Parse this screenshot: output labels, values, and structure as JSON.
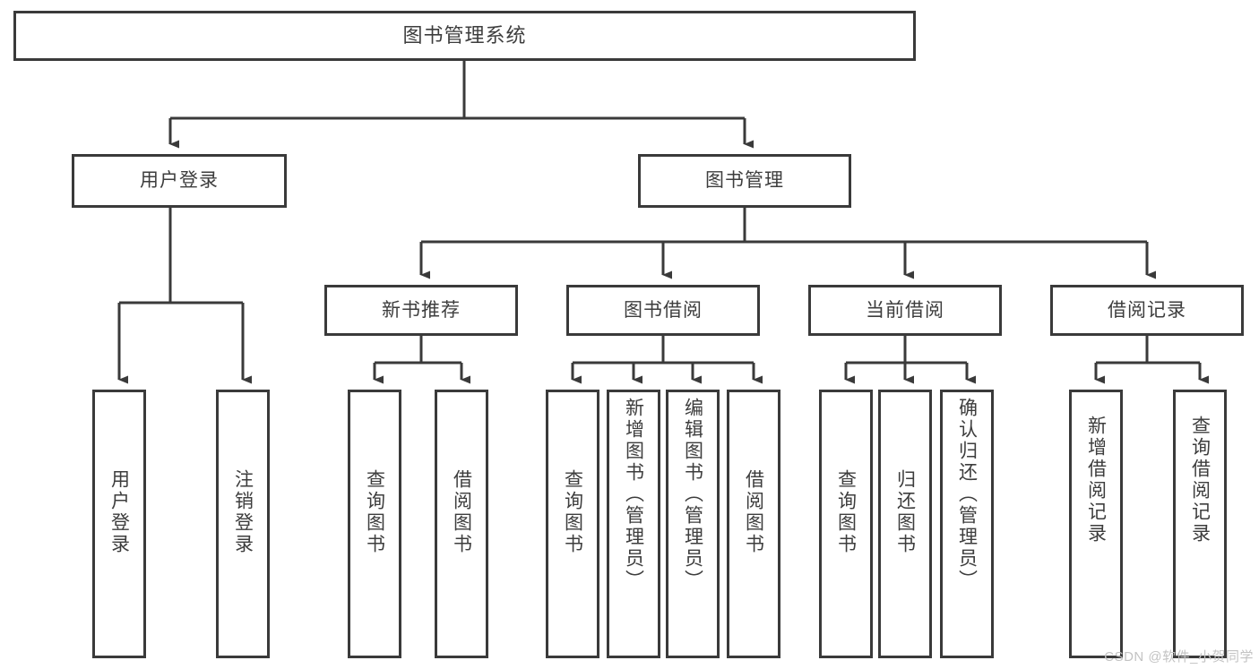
{
  "diagram": {
    "title": "图书管理系统",
    "type": "hierarchy-tree",
    "root": {
      "label": "图书管理系统"
    },
    "level2": [
      {
        "label": "用户登录"
      },
      {
        "label": "图书管理"
      }
    ],
    "level3": [
      {
        "label": "新书推荐"
      },
      {
        "label": "图书借阅"
      },
      {
        "label": "当前借阅"
      },
      {
        "label": "借阅记录"
      }
    ],
    "leaves": [
      {
        "label": "用户登录",
        "parent": "用户登录"
      },
      {
        "label": "注销登录",
        "parent": "用户登录"
      },
      {
        "label": "查询图书",
        "parent": "新书推荐"
      },
      {
        "label": "借阅图书",
        "parent": "新书推荐"
      },
      {
        "label": "查询图书",
        "parent": "图书借阅"
      },
      {
        "label": "新增图书（管理员）",
        "parent": "图书借阅"
      },
      {
        "label": "编辑图书（管理员）",
        "parent": "图书借阅"
      },
      {
        "label": "借阅图书",
        "parent": "图书借阅"
      },
      {
        "label": "查询图书",
        "parent": "当前借阅"
      },
      {
        "label": "归还图书",
        "parent": "当前借阅"
      },
      {
        "label": "确认归还（管理员）",
        "parent": "当前借阅"
      },
      {
        "label": "新增借阅记录",
        "parent": "借阅记录"
      },
      {
        "label": "查询借阅记录",
        "parent": "借阅记录"
      }
    ]
  },
  "watermark": {
    "text": "CSDN @软件_小贺同学"
  },
  "colors": {
    "stroke": "#3a3a3a",
    "text": "#3d3d3d",
    "background": "#ffffff",
    "watermark": "#c3c3c3"
  }
}
